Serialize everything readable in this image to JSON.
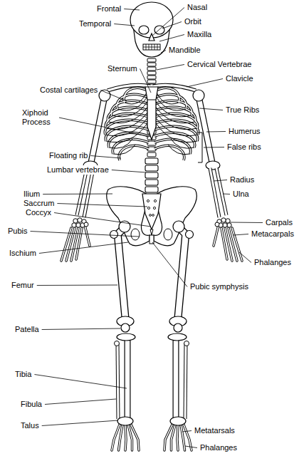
{
  "diagram": {
    "labels": [
      "Frontal",
      "Nasal",
      "Temporal",
      "Orbit",
      "Maxilla",
      "Mandible",
      "Cervical Vertebrae",
      "Sternum",
      "Clavicle",
      "Costal cartilages",
      "True Ribs",
      "Xiphoid Process",
      "Humerus",
      "False ribs",
      "Floating rib",
      "Lumbar vertebrae",
      "Radius",
      "Ulna",
      "Ilium",
      "Saccrum",
      "Coccyx",
      "Carpals",
      "Pubis",
      "Metacarpals",
      "Ischium",
      "Phalanges",
      "Pubic symphysis",
      "Femur",
      "Patella",
      "Tibia",
      "Fibula",
      "Talus",
      "Metatarsals",
      "Phalanges"
    ]
  }
}
